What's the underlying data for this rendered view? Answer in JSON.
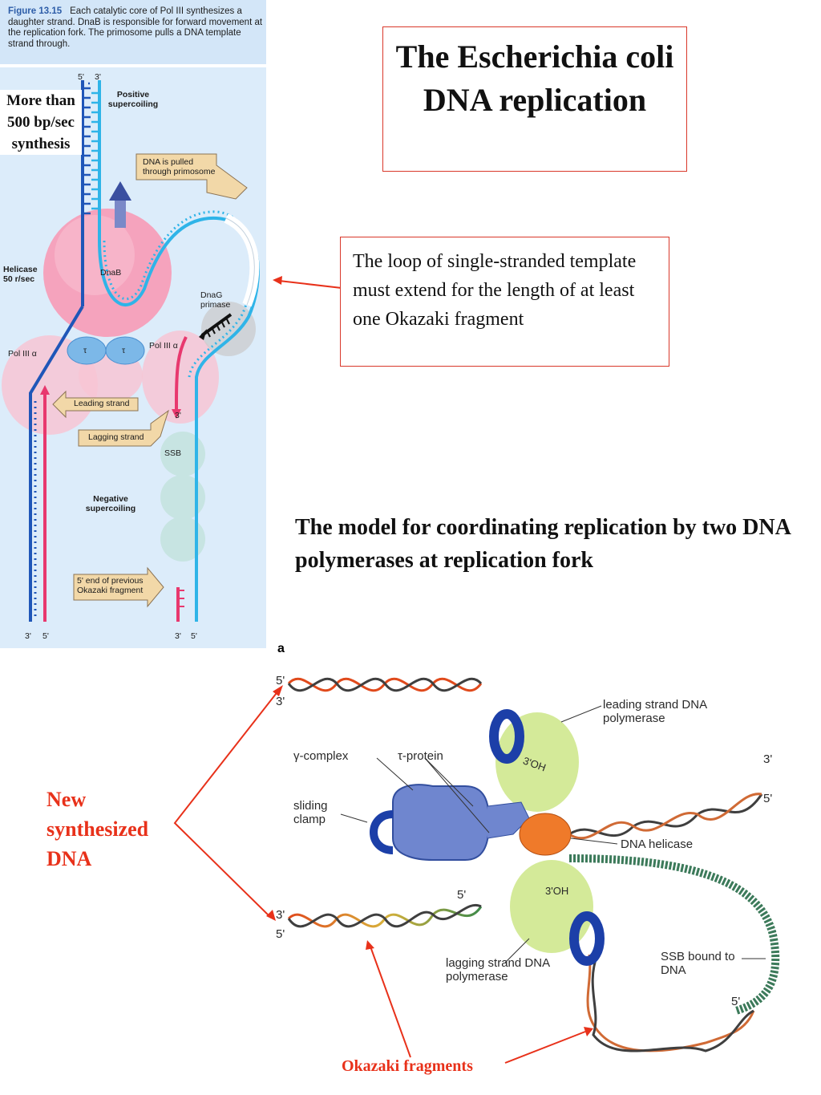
{
  "figure": {
    "number": "Figure 13.15",
    "caption": "Each catalytic core of Pol III synthesizes a daughter strand. DnaB is responsible for forward movement at the replication fork. The primosome pulls a DNA template strand through.",
    "labels": {
      "top_5": "5'",
      "top_3": "3'",
      "positive_supercoiling": "Positive supercoiling",
      "dna_pulled": "DNA is pulled through primosome",
      "helicase": "Helicase 50 r/sec",
      "dnab": "DnaB",
      "dnag": "DnaG primase",
      "tau1": "τ",
      "tau2": "τ",
      "pol3_left": "Pol III α",
      "pol3_right": "Pol III α",
      "leading": "Leading strand",
      "lagging": "Lagging strand",
      "three_prime_mid": "3'",
      "ssb": "SSB",
      "negative_supercoiling": "Negative supercoiling",
      "okazaki_end": "5' end of previous Okazaki fragment",
      "bottom_3a": "3'",
      "bottom_5a": "5'",
      "bottom_3b": "3'",
      "bottom_5b": "5'"
    }
  },
  "side_note": "More than 500 bp/sec synthesis",
  "title": "The Escherichia coli DNA replication",
  "loop_note": "The loop of single-stranded template must extend for the length of at least one Okazaki fragment",
  "model_heading": "The model for coordinating replication by two DNA polymerases at replication fork",
  "new_dna": "New synthesized DNA",
  "okazaki": "Okazaki fragments",
  "diagram_b": {
    "panel_letter": "a",
    "p5_top": "5'",
    "p3_top": "3'",
    "p3_right": "3'",
    "p5_right": "5'",
    "p3_bottom": "3'",
    "p5_bottom": "5'",
    "p5_mid": "5'",
    "p5_loop": "5'",
    "oh_top": "3'OH",
    "oh_bottom": "3'OH",
    "leading_pol": "leading strand DNA polymerase",
    "gamma": "γ-complex",
    "tau": "τ-protein",
    "clamp": "sliding clamp",
    "helicase": "DNA helicase",
    "lagging_pol": "lagging strand DNA polymerase",
    "ssb": "SSB bound to DNA"
  },
  "colors": {
    "panel_bg": "#dcecfa",
    "accent_red": "#e8311a",
    "strand_dark_blue": "#1f56b8",
    "strand_light_blue": "#2fb4e8",
    "strand_pink": "#e8386e",
    "helicase_pink": "#f5a3bd"
  }
}
